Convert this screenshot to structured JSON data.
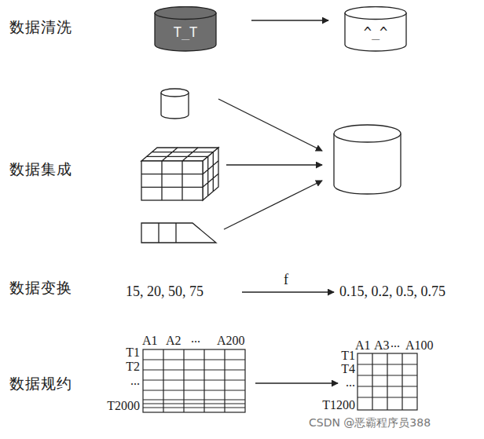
{
  "diagram": {
    "nodes": [
      {
        "text": [
          "T_T"
        ]
      },
      {
        "text": [
          "^_^"
        ]
      }
    ],
    "edges": [
      {
        "from": 0,
        "to": 1,
        "arrow": "to"
      }
    ],
    "labels": [
      "数据清洗",
      "数据集成",
      "数据变换",
      "15, 20, 50, 75",
      "f",
      "0.15, 0.2, 0.5, 0.75",
      "数据规约",
      "A1",
      "A2",
      "...",
      "A200",
      "T1",
      "T2",
      "...",
      "T2000",
      "A1",
      "A3",
      "...",
      "A100",
      "T1",
      "T4",
      "...",
      "T1200",
      "CSDN @恶霸程序员388"
    ]
  }
}
